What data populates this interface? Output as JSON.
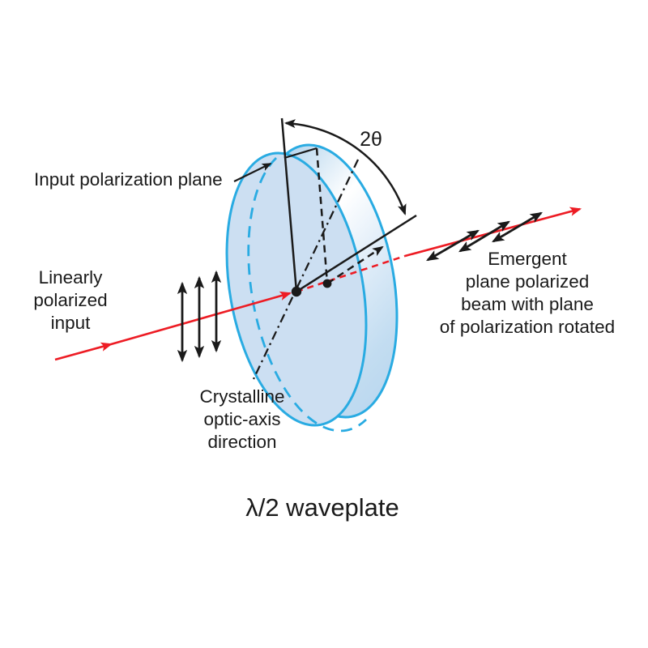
{
  "figure": {
    "title": "λ/2 waveplate",
    "angle_label": "2θ",
    "input_plane_label": "Input polarization plane",
    "input_beam_label": {
      "line1": "Linearly",
      "line2": "polarized",
      "line3": "input"
    },
    "optic_axis_label": {
      "line1": "Crystalline",
      "line2": "optic-axis",
      "line3": "direction"
    },
    "emergent_label": {
      "line1": "Emergent",
      "line2": "plane polarized",
      "line3": "beam with plane",
      "line4": "of polarization rotated"
    },
    "colors": {
      "beam_red": "#ed1c24",
      "plate_outline": "#29abe2",
      "plate_fill": "#ccdff2",
      "ink": "#1a1a1a"
    }
  }
}
